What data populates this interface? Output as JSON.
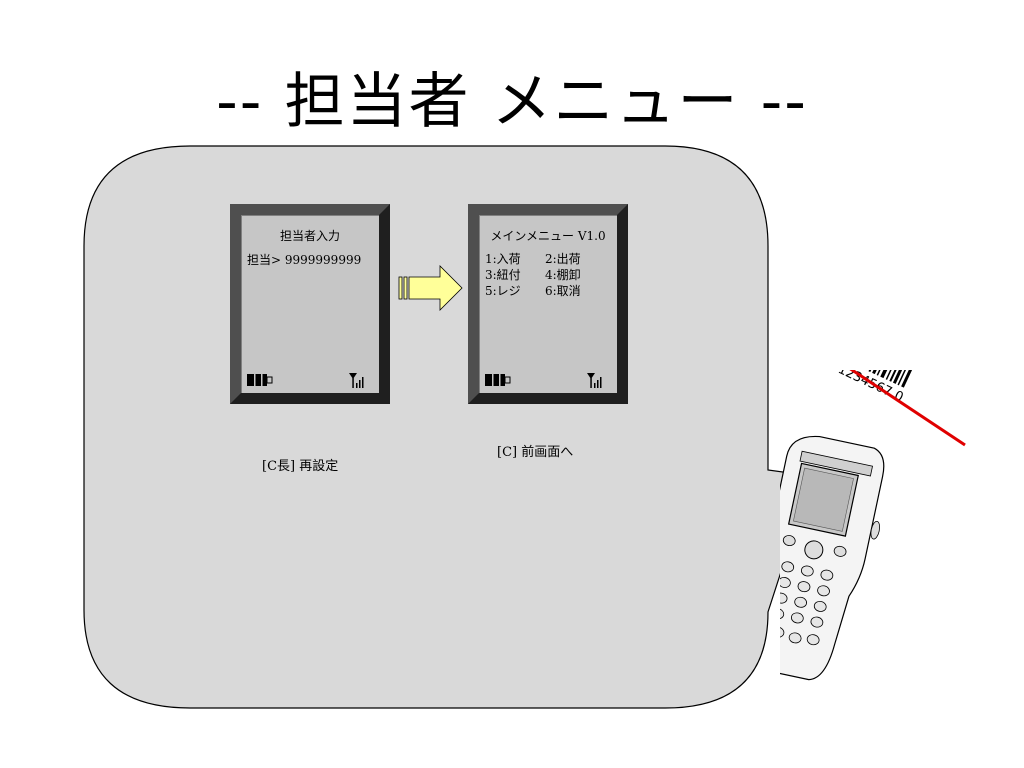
{
  "title": "--  担当者  メニュー  --",
  "screens": {
    "login": {
      "title": "担当者入力",
      "line": "担当> 9999999999"
    },
    "menu": {
      "title": "メインメニュー V1.0",
      "items": [
        {
          "left": "1:入荷",
          "right": "2:出荷"
        },
        {
          "left": "3:紐付",
          "right": "4:棚卸"
        },
        {
          "left": "5:レジ",
          "right": "6:取消"
        }
      ]
    }
  },
  "captions": {
    "login": "[C長]  再設定",
    "menu": "[C]      前画面へ"
  },
  "barcode": {
    "digits": "1234567 0"
  },
  "colors": {
    "bubble_fill": "#d9d9d9",
    "screen_bg": "#c6c6c6",
    "arrow_fill": "#ffff99",
    "scan_line": "#e00000"
  },
  "icons": [
    "battery-icon",
    "signal-icon",
    "arrow-right-icon",
    "barcode-icon",
    "handheld-scanner-icon"
  ]
}
